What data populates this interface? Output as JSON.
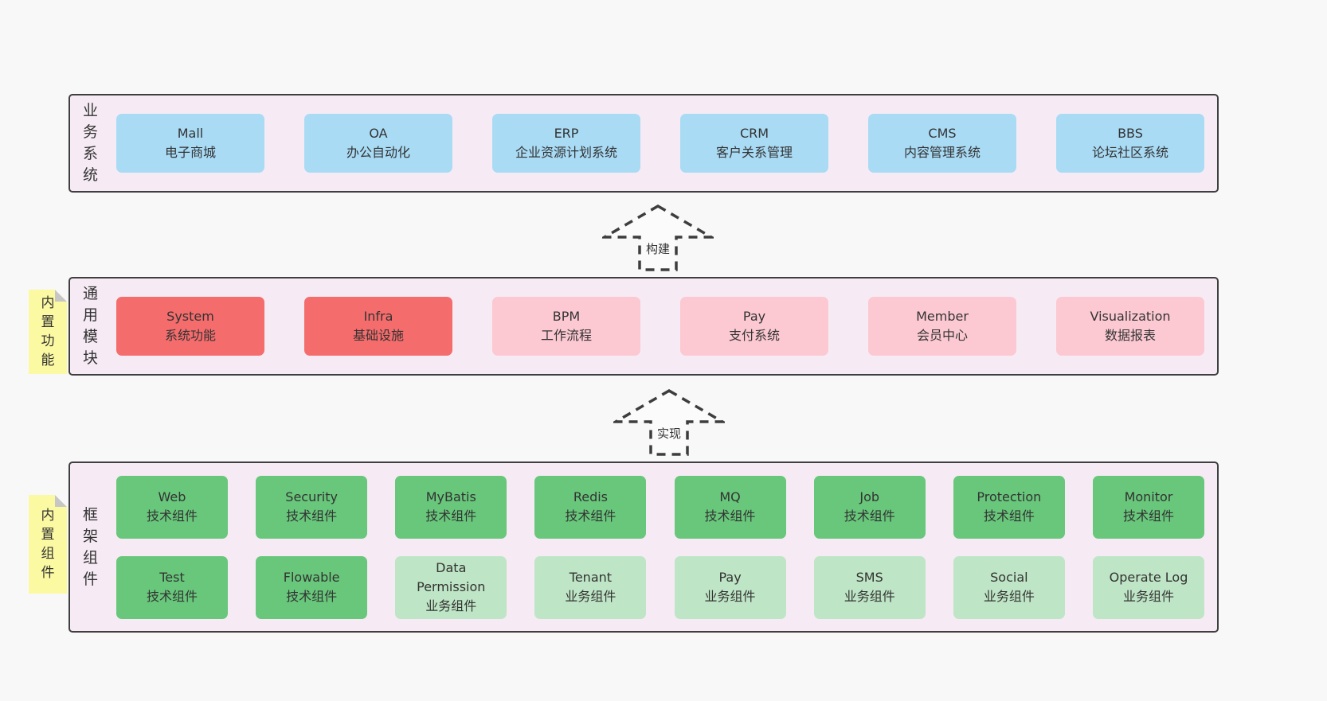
{
  "colors": {
    "page_background": "#f8f8f8",
    "panel_background": "#f6ebf4",
    "panel_border": "#3f3f3f",
    "blue": "#a9dbf5",
    "red": "#f56c6c",
    "pink": "#fcc9d2",
    "green": "#68c77b",
    "lightgreen": "#bee5c5",
    "note_yellow": "#fbf9a2",
    "note_fold": "#c6c6c6",
    "text": "#333333"
  },
  "arrows": [
    {
      "label": "构建"
    },
    {
      "label": "实现"
    }
  ],
  "layers": [
    {
      "label": "业务系统",
      "note": "",
      "rows": [
        [
          {
            "title": "Mall",
            "subtitle": "电子商城",
            "variant": "blue"
          },
          {
            "title": "OA",
            "subtitle": "办公自动化",
            "variant": "blue"
          },
          {
            "title": "ERP",
            "subtitle": "企业资源计划系统",
            "variant": "blue"
          },
          {
            "title": "CRM",
            "subtitle": "客户关系管理",
            "variant": "blue"
          },
          {
            "title": "CMS",
            "subtitle": "内容管理系统",
            "variant": "blue"
          },
          {
            "title": "BBS",
            "subtitle": "论坛社区系统",
            "variant": "blue"
          }
        ]
      ]
    },
    {
      "label": "通用模块",
      "note": "内置功能",
      "rows": [
        [
          {
            "title": "System",
            "subtitle": "系统功能",
            "variant": "red"
          },
          {
            "title": "Infra",
            "subtitle": "基础设施",
            "variant": "red"
          },
          {
            "title": "BPM",
            "subtitle": "工作流程",
            "variant": "pink"
          },
          {
            "title": "Pay",
            "subtitle": "支付系统",
            "variant": "pink"
          },
          {
            "title": "Member",
            "subtitle": "会员中心",
            "variant": "pink"
          },
          {
            "title": "Visualization",
            "subtitle": "数据报表",
            "variant": "pink"
          }
        ]
      ]
    },
    {
      "label": "框架组件",
      "note": "内置组件",
      "rows": [
        [
          {
            "title": "Web",
            "subtitle": "技术组件",
            "variant": "green"
          },
          {
            "title": "Security",
            "subtitle": "技术组件",
            "variant": "green"
          },
          {
            "title": "MyBatis",
            "subtitle": "技术组件",
            "variant": "green"
          },
          {
            "title": "Redis",
            "subtitle": "技术组件",
            "variant": "green"
          },
          {
            "title": "MQ",
            "subtitle": "技术组件",
            "variant": "green"
          },
          {
            "title": "Job",
            "subtitle": "技术组件",
            "variant": "green"
          },
          {
            "title": "Protection",
            "subtitle": "技术组件",
            "variant": "green"
          },
          {
            "title": "Monitor",
            "subtitle": "技术组件",
            "variant": "green"
          }
        ],
        [
          {
            "title": "Test",
            "subtitle": "技术组件",
            "variant": "green"
          },
          {
            "title": "Flowable",
            "subtitle": "技术组件",
            "variant": "green"
          },
          {
            "title": "Data Permission",
            "subtitle": "业务组件",
            "variant": "lightgreen"
          },
          {
            "title": "Tenant",
            "subtitle": "业务组件",
            "variant": "lightgreen"
          },
          {
            "title": "Pay",
            "subtitle": "业务组件",
            "variant": "lightgreen"
          },
          {
            "title": "SMS",
            "subtitle": "业务组件",
            "variant": "lightgreen"
          },
          {
            "title": "Social",
            "subtitle": "业务组件",
            "variant": "lightgreen"
          },
          {
            "title": "Operate Log",
            "subtitle": "业务组件",
            "variant": "lightgreen"
          }
        ]
      ]
    }
  ]
}
